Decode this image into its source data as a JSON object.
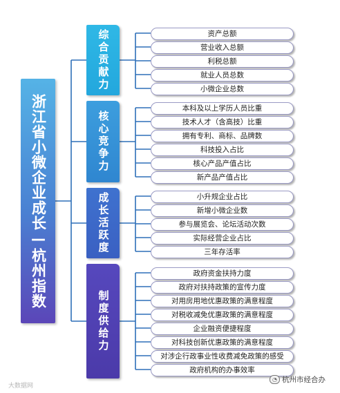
{
  "root": {
    "label": "浙江省小微企业成长—杭州指数"
  },
  "categories": [
    {
      "label": "综合贡献力",
      "items": [
        "资产总额",
        "营业收入总额",
        "利税总额",
        "就业人员总数",
        "小微企业总数"
      ]
    },
    {
      "label": "核心竞争力",
      "items": [
        "本科及以上学历人员比重",
        "技术人才（含高技）比重",
        "拥有专利、商标、品牌数",
        "科技投入占比",
        "核心产品产值占比",
        "新产品产值占比"
      ]
    },
    {
      "label": "成长活跃度",
      "items": [
        "小升规企业占比",
        "新增小微企业数",
        "参与展览会、论坛活动次数",
        "实际经营企业占比",
        "三年存活率"
      ]
    },
    {
      "label": "制度供给力",
      "items": [
        "政府资金扶持力度",
        "政府对扶持政策的宣传力度",
        "对用房用地优惠政策的满意程度",
        "对税收减免优惠政策的满意程度",
        "企业融资便捷程度",
        "对科技创新优惠政策的满意程度",
        "对涉企行政事业性收费减免政策的感受",
        "政府机构的办事效率"
      ]
    }
  ],
  "watermark_left": "大数据网",
  "watermark_right": "杭州市经合办",
  "colors": {
    "line": "#2d6fb8",
    "item_border": "#9a9ac4"
  }
}
